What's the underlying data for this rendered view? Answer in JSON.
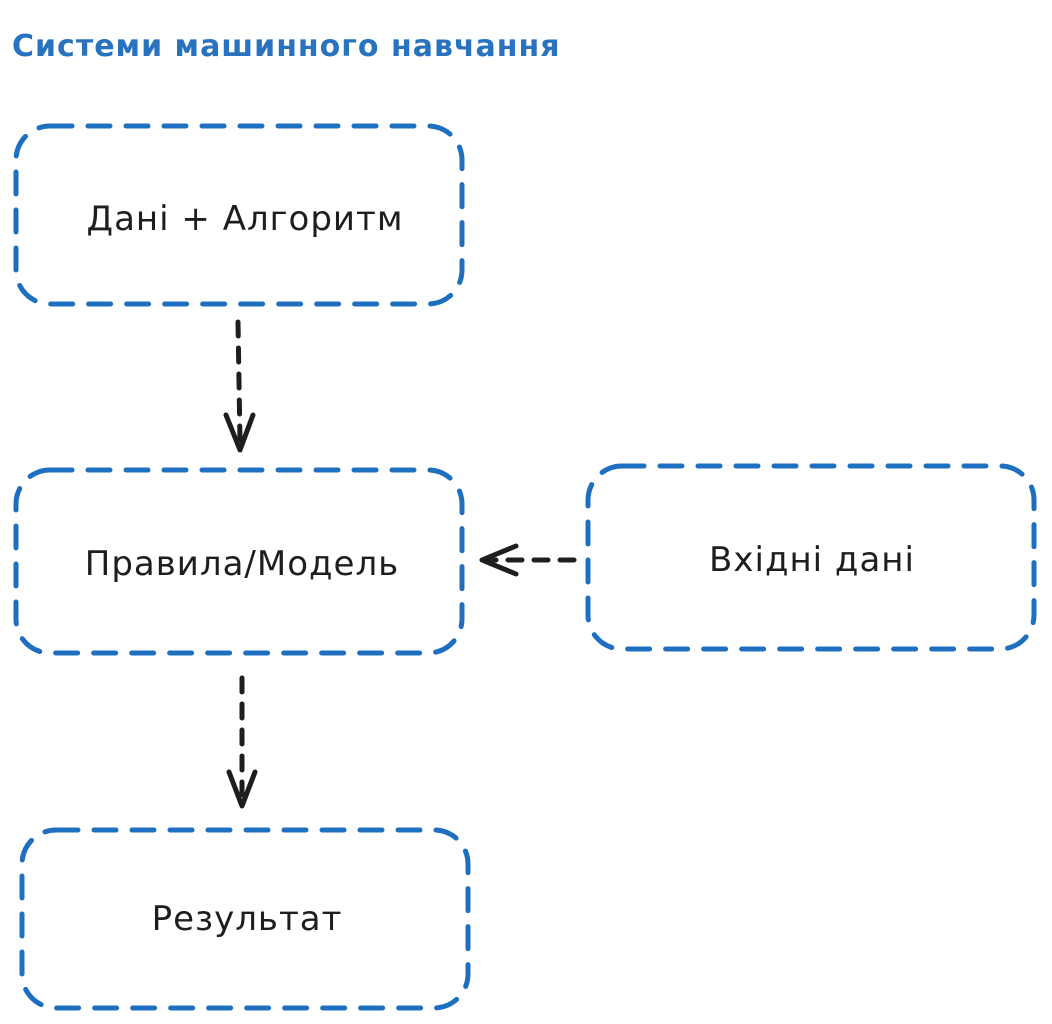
{
  "title": "Системи машинного навчання",
  "colors": {
    "title": "#2872c0",
    "box_border": "#1f6fc0",
    "text": "#1e1e1e",
    "arrow": "#1e1e1e"
  },
  "nodes": [
    {
      "id": "data-algorithm",
      "label": "Дані + Алгоритм"
    },
    {
      "id": "rules-model",
      "label": "Правила/Модель"
    },
    {
      "id": "input-data",
      "label": "Вхідні дані"
    },
    {
      "id": "result",
      "label": "Результат"
    }
  ],
  "edges": [
    {
      "from": "data-algorithm",
      "to": "rules-model",
      "style": "dashed"
    },
    {
      "from": "input-data",
      "to": "rules-model",
      "style": "dashed"
    },
    {
      "from": "rules-model",
      "to": "result",
      "style": "dashed"
    }
  ]
}
